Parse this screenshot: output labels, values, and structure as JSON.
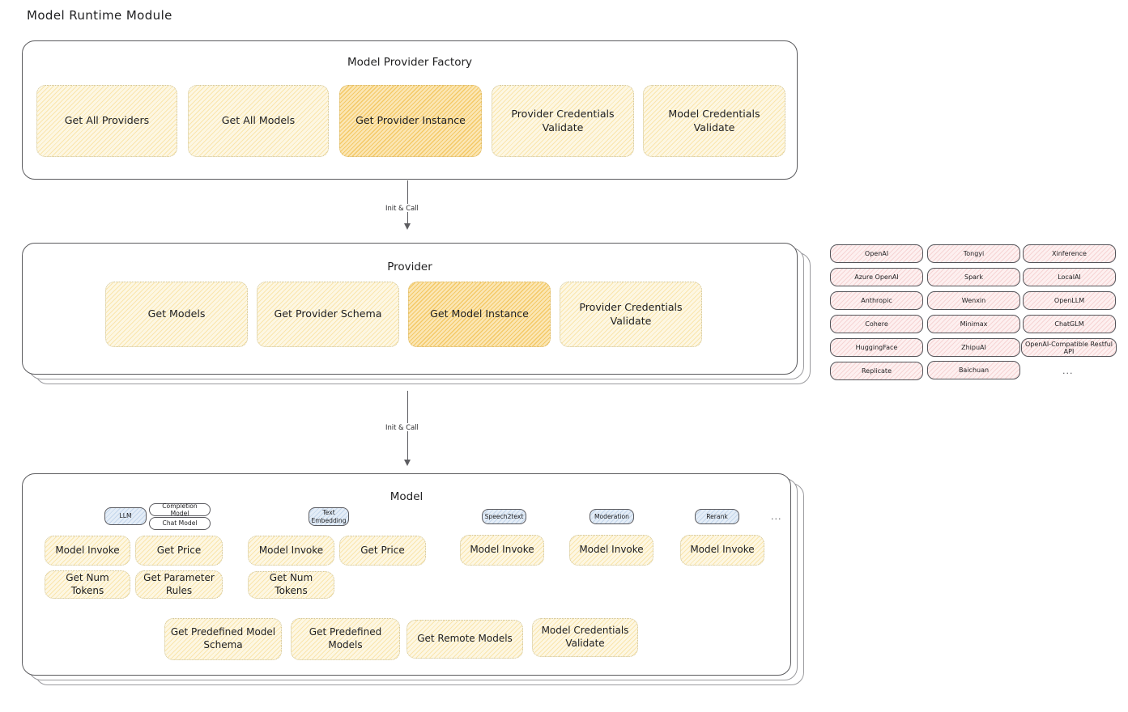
{
  "page": {
    "title": "Model Runtime Module"
  },
  "factory": {
    "title": "Model Provider Factory",
    "items": [
      {
        "label": "Get All Providers",
        "highlight": false
      },
      {
        "label": "Get All Models",
        "highlight": false
      },
      {
        "label": "Get Provider Instance",
        "highlight": true
      },
      {
        "label": "Provider Credentials Validate",
        "highlight": false
      },
      {
        "label": "Model Credentials Validate",
        "highlight": false
      }
    ]
  },
  "arrow1": {
    "label": "Init & Call"
  },
  "provider": {
    "title": "Provider",
    "items": [
      {
        "label": "Get Models",
        "highlight": false
      },
      {
        "label": "Get Provider Schema",
        "highlight": false
      },
      {
        "label": "Get Model Instance",
        "highlight": true
      },
      {
        "label": "Provider Credentials Validate",
        "highlight": false
      }
    ]
  },
  "arrow2": {
    "label": "Init & Call"
  },
  "provider_list": {
    "columns": [
      {
        "items": [
          "OpenAI",
          "Azure OpenAI",
          "Anthropic",
          "Cohere",
          "HuggingFace",
          "Replicate"
        ]
      },
      {
        "items": [
          "Tongyi",
          "Spark",
          "Wenxin",
          "Minimax",
          "ZhipuAI",
          "Baichuan"
        ]
      },
      {
        "items": [
          "Xinference",
          "LocalAI",
          "OpenLLM",
          "ChatGLM",
          "OpenAI-Compatible Restful API"
        ]
      }
    ],
    "more": "..."
  },
  "model": {
    "title": "Model",
    "more": "...",
    "types": [
      {
        "badge": "LLM",
        "sub_badges": [
          "Completion Model",
          "Chat Model"
        ],
        "methods": [
          "Model Invoke",
          "Get Price",
          "Get Num Tokens",
          "Get Parameter Rules"
        ]
      },
      {
        "badge": "Text Embedding",
        "sub_badges": [],
        "methods": [
          "Model Invoke",
          "Get Price",
          "Get Num Tokens"
        ]
      },
      {
        "badge": "Speech2text",
        "sub_badges": [],
        "methods": [
          "Model Invoke"
        ]
      },
      {
        "badge": "Moderation",
        "sub_badges": [],
        "methods": [
          "Model Invoke"
        ]
      },
      {
        "badge": "Rerank",
        "sub_badges": [],
        "methods": [
          "Model Invoke"
        ]
      }
    ],
    "common_methods": [
      "Get Predefined Model Schema",
      "Get Predefined Models",
      "Get Remote Models",
      "Model Credentials Validate"
    ]
  },
  "colors": {
    "amber_light": "#fdf7e3",
    "amber_highlight": "#fbe6b4",
    "pink_chip": "#fdf0f0",
    "blue_badge": "#e4edf7",
    "stroke": "#3d3d3f"
  }
}
